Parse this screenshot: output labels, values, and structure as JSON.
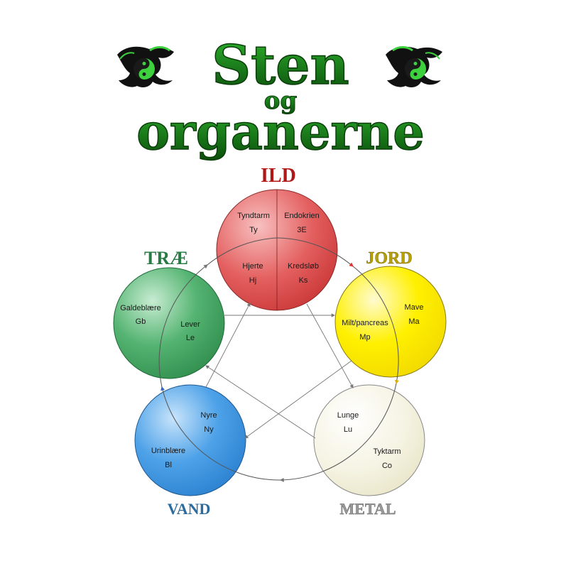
{
  "title": {
    "line1": "Sten",
    "line2": "og",
    "line3": "organerne"
  },
  "decor": {
    "left_icon": "dragon-yinyang-icon",
    "right_icon": "dragon-yinyang-icon",
    "title_color": "#1f8a1f",
    "title_dark": "#0a4d0a"
  },
  "elements": {
    "fire": {
      "label": "ILD",
      "color": "#d94a4a",
      "label_color": "#b01818",
      "organs": [
        {
          "name": "Tyndtarm",
          "code": "Ty"
        },
        {
          "name": "Endokrien",
          "code": "3E"
        },
        {
          "name": "Hjerte",
          "code": "Hj"
        },
        {
          "name": "Kredsløb",
          "code": "Ks"
        }
      ]
    },
    "earth": {
      "label": "JORD",
      "color": "#ffe800",
      "label_color": "#b8a000",
      "organs": [
        {
          "name": "Mave",
          "code": "Ma"
        },
        {
          "name": "Milt/pancreas",
          "code": "Mp"
        }
      ]
    },
    "metal": {
      "label": "METAL",
      "color": "#f2f0dc",
      "label_color": "#8a8a8a",
      "organs": [
        {
          "name": "Lunge",
          "code": "Lu"
        },
        {
          "name": "Tyktarm",
          "code": "Co"
        }
      ]
    },
    "water": {
      "label": "VAND",
      "color": "#3b93dd",
      "label_color": "#2b6ca0",
      "organs": [
        {
          "name": "Nyre",
          "code": "Ny"
        },
        {
          "name": "Urinblære",
          "code": "Bl"
        }
      ]
    },
    "wood": {
      "label": "TRÆ",
      "color": "#3f9e5c",
      "label_color": "#2a7a46",
      "organs": [
        {
          "name": "Galdeblære",
          "code": "Gb"
        },
        {
          "name": "Lever",
          "code": "Le"
        }
      ]
    }
  }
}
